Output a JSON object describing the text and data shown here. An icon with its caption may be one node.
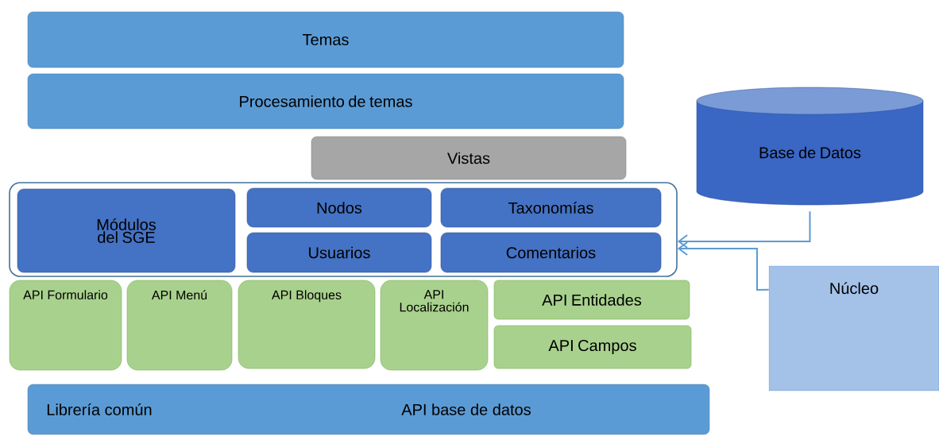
{
  "diagram": {
    "nodes": [
      {
        "text": [
          "Temas"
        ]
      },
      {
        "text": [
          "Procesamiento de temas"
        ]
      },
      {
        "text": [
          "Vistas"
        ]
      },
      {
        "text": [],
        "shape": "box"
      },
      {
        "text": [
          "Módulos del SGE"
        ],
        "in": 3
      },
      {
        "text": [
          "Nodos"
        ],
        "in": 3
      },
      {
        "text": [
          "Taxonomías"
        ],
        "in": 3
      },
      {
        "text": [
          "Usuarios"
        ],
        "in": 3
      },
      {
        "text": [
          "Comentarios"
        ],
        "in": 3
      },
      {
        "text": [
          "API Formulario"
        ]
      },
      {
        "text": [
          "API Menú"
        ]
      },
      {
        "text": [
          "API Bloques"
        ]
      },
      {
        "text": [
          "API Localización"
        ]
      },
      {
        "text": [
          "API Entidades"
        ]
      },
      {
        "text": [
          "API Campos"
        ]
      },
      {
        "text": [
          "Librería común",
          "API base de datos"
        ]
      },
      {
        "text": [
          "Base de Datos"
        ]
      },
      {
        "text": [
          "Núcleo"
        ]
      }
    ],
    "edges": [
      {
        "from": 16,
        "to": 3,
        "arrow": "to"
      },
      {
        "from": 17,
        "to": 3,
        "arrow": "to"
      }
    ]
  }
}
